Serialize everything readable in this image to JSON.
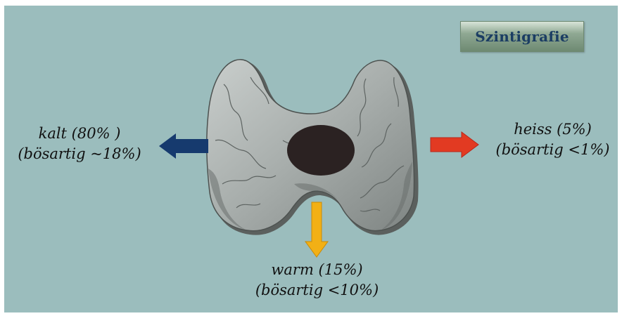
{
  "title": "Szintigrafie",
  "labels": {
    "cold": {
      "line1": "kalt (80% )",
      "line2": "(bösartig ~18%)",
      "arrow_color": "#163a6e"
    },
    "hot": {
      "line1": "heiss (5%)",
      "line2": "(bösartig <1%)",
      "arrow_color": "#e23a22"
    },
    "warm": {
      "line1": "warm (15%)",
      "line2": "(bösartig <10%)",
      "arrow_color": "#f2b015"
    }
  },
  "colors": {
    "background": "#9bbdbd",
    "gland": "#a4aaa8",
    "gland_shadow": "#5b605e",
    "nodule": "#2b2222"
  }
}
